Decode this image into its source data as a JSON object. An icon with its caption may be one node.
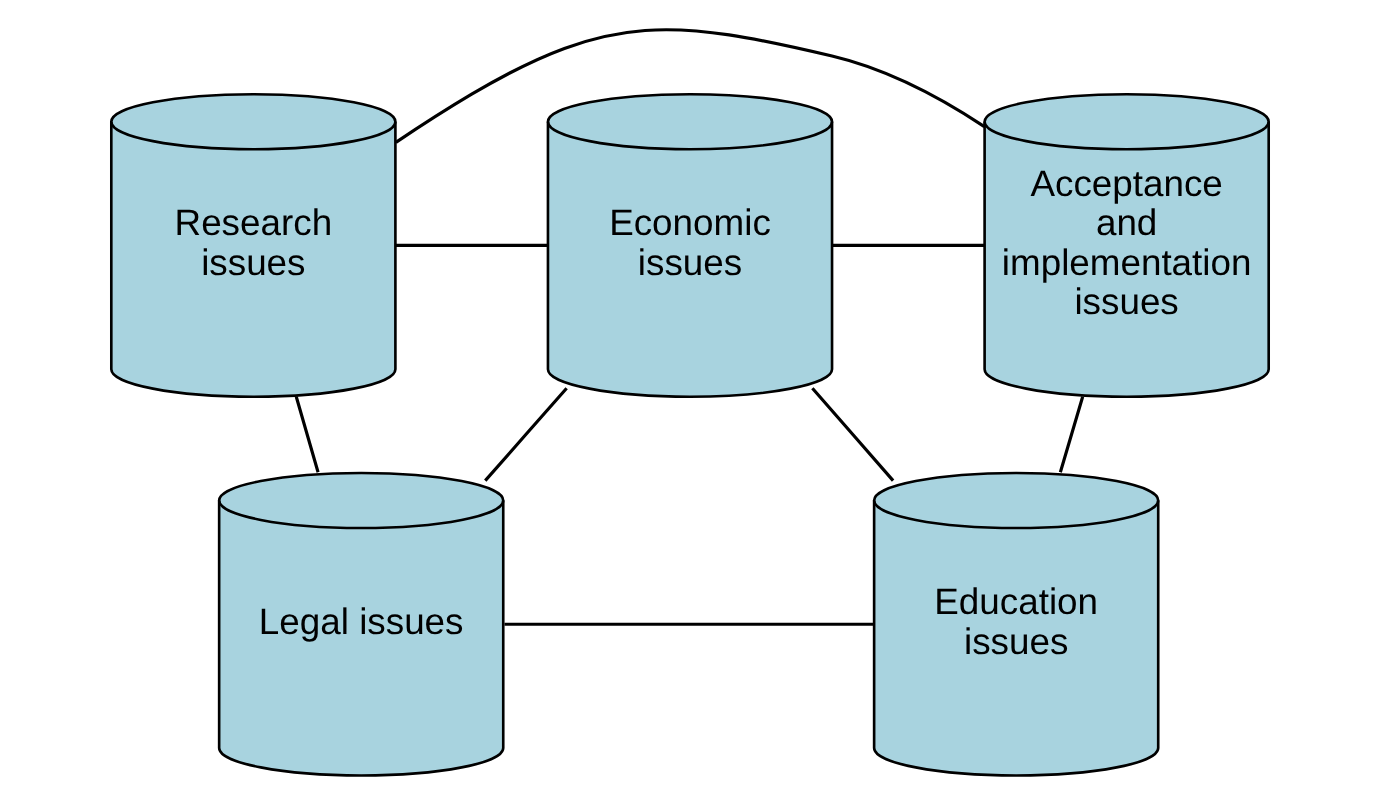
{
  "diagram": {
    "nodes": [
      {
        "text": [
          "Research issues"
        ]
      },
      {
        "text": [
          "Economic issues"
        ]
      },
      {
        "text": [
          "Acceptance and implementation issues"
        ]
      },
      {
        "text": [
          "Legal issues"
        ]
      },
      {
        "text": [
          "Education issues"
        ]
      }
    ],
    "edges": [
      {
        "from": 0,
        "to": 2,
        "arrow": "none"
      },
      {
        "from": 0,
        "to": 1,
        "arrow": "none"
      },
      {
        "from": 1,
        "to": 2,
        "arrow": "none"
      },
      {
        "from": 0,
        "to": 3,
        "arrow": "none"
      },
      {
        "from": 3,
        "to": 1,
        "arrow": "none"
      },
      {
        "from": 3,
        "to": 4,
        "arrow": "none"
      },
      {
        "from": 1,
        "to": 4,
        "arrow": "none"
      },
      {
        "from": 4,
        "to": 2,
        "arrow": "none"
      }
    ]
  }
}
